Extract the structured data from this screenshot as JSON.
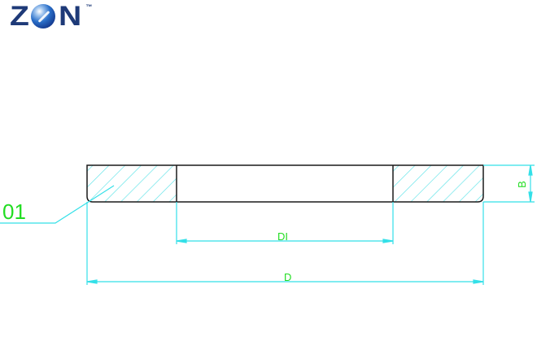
{
  "logo": {
    "letters": [
      "Z",
      "N"
    ],
    "trademark": "™",
    "brand_color": "#1e3a78"
  },
  "drawing": {
    "part_label": "01",
    "dimensions": {
      "inner_diameter": "DI",
      "outer_diameter": "D",
      "thickness": "B"
    },
    "colors": {
      "outline": "#1a1a1a",
      "dimension_lines": "#33e0e8",
      "hatch": "#5ce3e8",
      "labels": "#22dd22"
    }
  }
}
